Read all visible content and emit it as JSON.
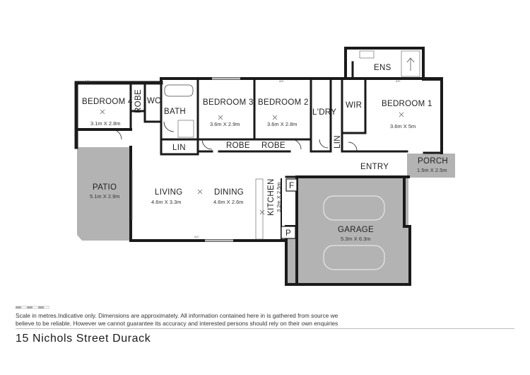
{
  "rooms": {
    "bedroom4": {
      "name": "BEDROOM 4",
      "dims": "3.1m X 2.8m"
    },
    "robe_b4": {
      "name": "ROBE"
    },
    "wc": {
      "name": "WC"
    },
    "bath": {
      "name": "BATH"
    },
    "lin1": {
      "name": "LIN"
    },
    "bedroom3": {
      "name": "BEDROOM 3",
      "dims": "3.6m X 2.9m"
    },
    "robe_b3": {
      "name": "ROBE"
    },
    "bedroom2": {
      "name": "BEDROOM 2",
      "dims": "3.6m X 2.8m"
    },
    "robe_b2": {
      "name": "ROBE"
    },
    "laundry": {
      "name": "L'DRY"
    },
    "lin2": {
      "name": "LIN"
    },
    "wir": {
      "name": "WIR"
    },
    "ens": {
      "name": "ENS"
    },
    "bedroom1": {
      "name": "BEDROOM 1",
      "dims": "3.6m X 5m"
    },
    "entry": {
      "name": "ENTRY"
    },
    "porch": {
      "name": "PORCH",
      "dims": "1.5m X 2.5m"
    },
    "patio": {
      "name": "PATIO",
      "dims": "5.1m X 2.9m"
    },
    "living": {
      "name": "LIVING",
      "dims": "4.6m X 3.3m"
    },
    "dining": {
      "name": "DINING",
      "dims": "4.6m X 2.6m"
    },
    "kitchen": {
      "name": "KITCHEN",
      "dims": "3.2m X 2.5m"
    },
    "fridge": {
      "name": "F"
    },
    "pantry": {
      "name": "P"
    },
    "garage": {
      "name": "GARAGE",
      "dims": "5.3m X 6.3m"
    }
  },
  "markers": {
    "ac": "A/C"
  },
  "footer": {
    "disclaimer_line1": "Scale in metres.Indicative only. Dimensions are approximately. All information contained here in is gathered from source we",
    "disclaimer_line2": "believe to be reliable. However we cannot guarantee its accuracy and interested persons should rely on their own enquiries",
    "address": "15 Nichols Street Durack"
  },
  "colors": {
    "wall": "#1a1a1a",
    "outdoor": "#b3b3b3",
    "grey_text": "#555555"
  }
}
